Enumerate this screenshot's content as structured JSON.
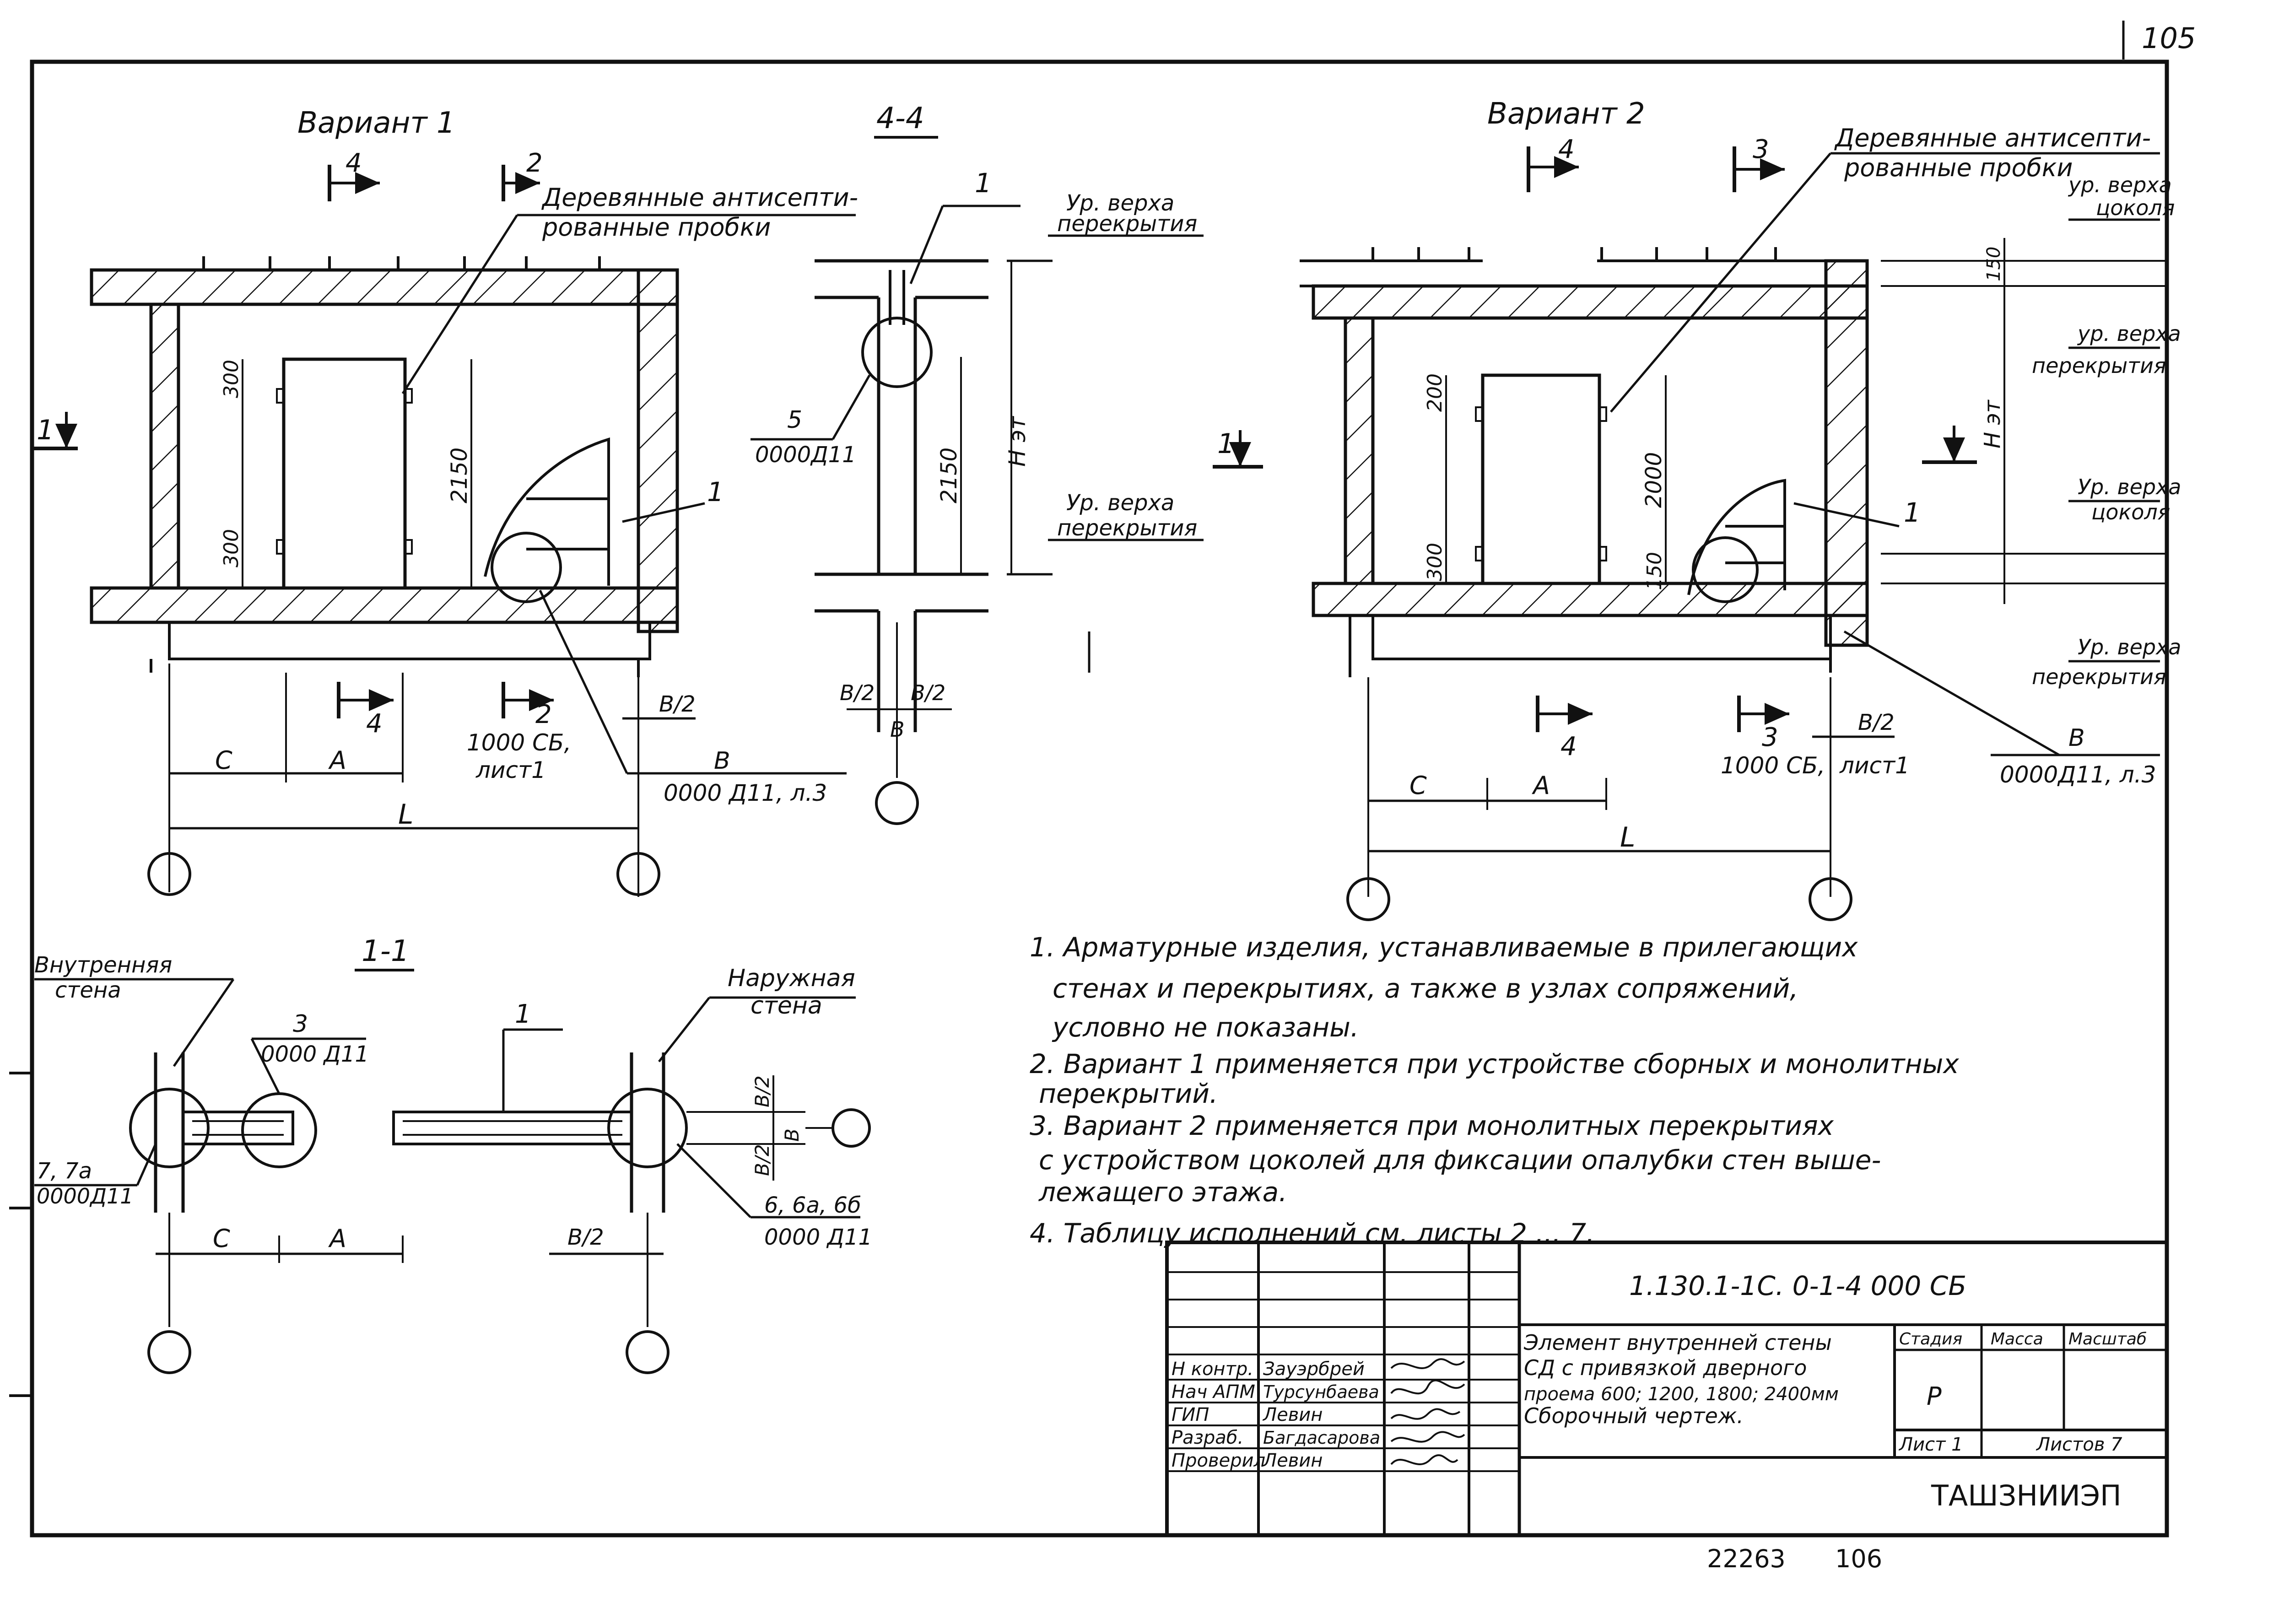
{
  "page_number": "105",
  "variant1": {
    "title": "Вариант 1",
    "section_marks": [
      "4",
      "2",
      "1",
      "4",
      "2"
    ],
    "plugs_label_line1": "Деревянные антисепти-",
    "plugs_label_line2": "рованные пробки",
    "dims": {
      "top_offset": "300",
      "bottom_offset": "300",
      "door_height": "2150",
      "c": "C",
      "a": "A",
      "half_b": "В/2",
      "l": "L"
    },
    "callout_1": "1",
    "callout_b": "В",
    "callout_b_ref": "0000 Д11, л.3",
    "ref_2_line1": "1000 СБ,",
    "ref_2_line2": "лист1"
  },
  "section44": {
    "title": "4-4",
    "callout_1": "1",
    "callout_5": "5",
    "callout_5_ref": "0000Д11",
    "level_top_line1": "Ур. верха",
    "level_top_line2": "перекрытия",
    "level_mid_line1": "Ур. верха",
    "level_mid_line2": "перекрытия",
    "dim_2150": "2150",
    "dim_het": "Н эт",
    "half_b_left": "В/2",
    "half_b_right": "В/2",
    "b": "В"
  },
  "variant2": {
    "title": "Вариант 2",
    "section_marks": [
      "4",
      "3",
      "1",
      "4",
      "3"
    ],
    "plugs_label_line1": "Деревянные антисепти-",
    "plugs_label_line2": "рованные пробки",
    "dims": {
      "top_offset": "200",
      "bottom_offset": "300",
      "door_height": "2000",
      "d150": "150",
      "d150_top": "150",
      "c": "C",
      "a": "A",
      "half_b": "В/2",
      "l": "L",
      "het": "Н эт"
    },
    "level1_line1": "ур. верха",
    "level1_line2": "цоколя",
    "level2_line1": "ур. верха",
    "level2_line2": "перекрытия",
    "level3_line1": "Ур. верха",
    "level3_line2": "цоколя",
    "level4_line1": "Ур. верха",
    "level4_line2": "перекрытия",
    "callout_1": "1",
    "callout_b": "В",
    "callout_b_ref": "0000Д11, л.3",
    "ref_3_line1": "1000 СБ,",
    "ref_3_line2": "лист1"
  },
  "section11": {
    "title": "1-1",
    "inner_wall_line1": "Внутренняя",
    "inner_wall_line2": "стена",
    "outer_wall_line1": "Наружная",
    "outer_wall_line2": "стена",
    "callout_3": "3",
    "callout_3_ref": "0000 Д11",
    "callout_1": "1",
    "callout_7": "7, 7а",
    "callout_7_ref": "0000Д11",
    "callout_6": "6, 6а, 6б",
    "callout_6_ref": "0000 Д11",
    "c": "C",
    "a": "A",
    "half_b": "В/2",
    "half_b_v1": "В/2",
    "half_b_v2": "В/2",
    "b": "В"
  },
  "notes": [
    "1. Арматурные изделия, устанавливаемые в прилегающих",
    "стенах и перекрытиях, а также в узлах сопряжений,",
    "условно не показаны.",
    "2. Вариант 1 применяется при устройстве сборных и монолитных",
    "перекрытий.",
    "3. Вариант 2 применяется при монолитных перекрытиях",
    "с устройством цоколей для фиксации опалубки стен выше-",
    "лежащего этажа.",
    "4. Таблицу исполнений см. листы 2 ... 7."
  ],
  "title_block": {
    "doc_code": "1.130.1-1С. 0-1-4 000 СБ",
    "roles": [
      "Н контр.",
      "Нач АПМ",
      "ГИП",
      "Разраб.",
      "Проверил"
    ],
    "names": [
      "Зауэрбрей",
      "Турсунбаева",
      "Левин",
      "Багдасарова",
      "Левин"
    ],
    "description_line1": "Элемент внутренней стены",
    "description_line2": "СД с привязкой дверного",
    "description_line3": "проема 600; 1200, 1800; 2400мм",
    "description_line4": "Сборочный чертеж.",
    "stage_label": "Стадия",
    "mass_label": "Масса",
    "scale_label": "Масштаб",
    "stage_value": "Р",
    "sheet_label": "Лист 1",
    "sheets_label": "Листов 7",
    "organization": "ТАШЗНИИЭП"
  },
  "footer": {
    "number": "22263",
    "page": "106"
  }
}
